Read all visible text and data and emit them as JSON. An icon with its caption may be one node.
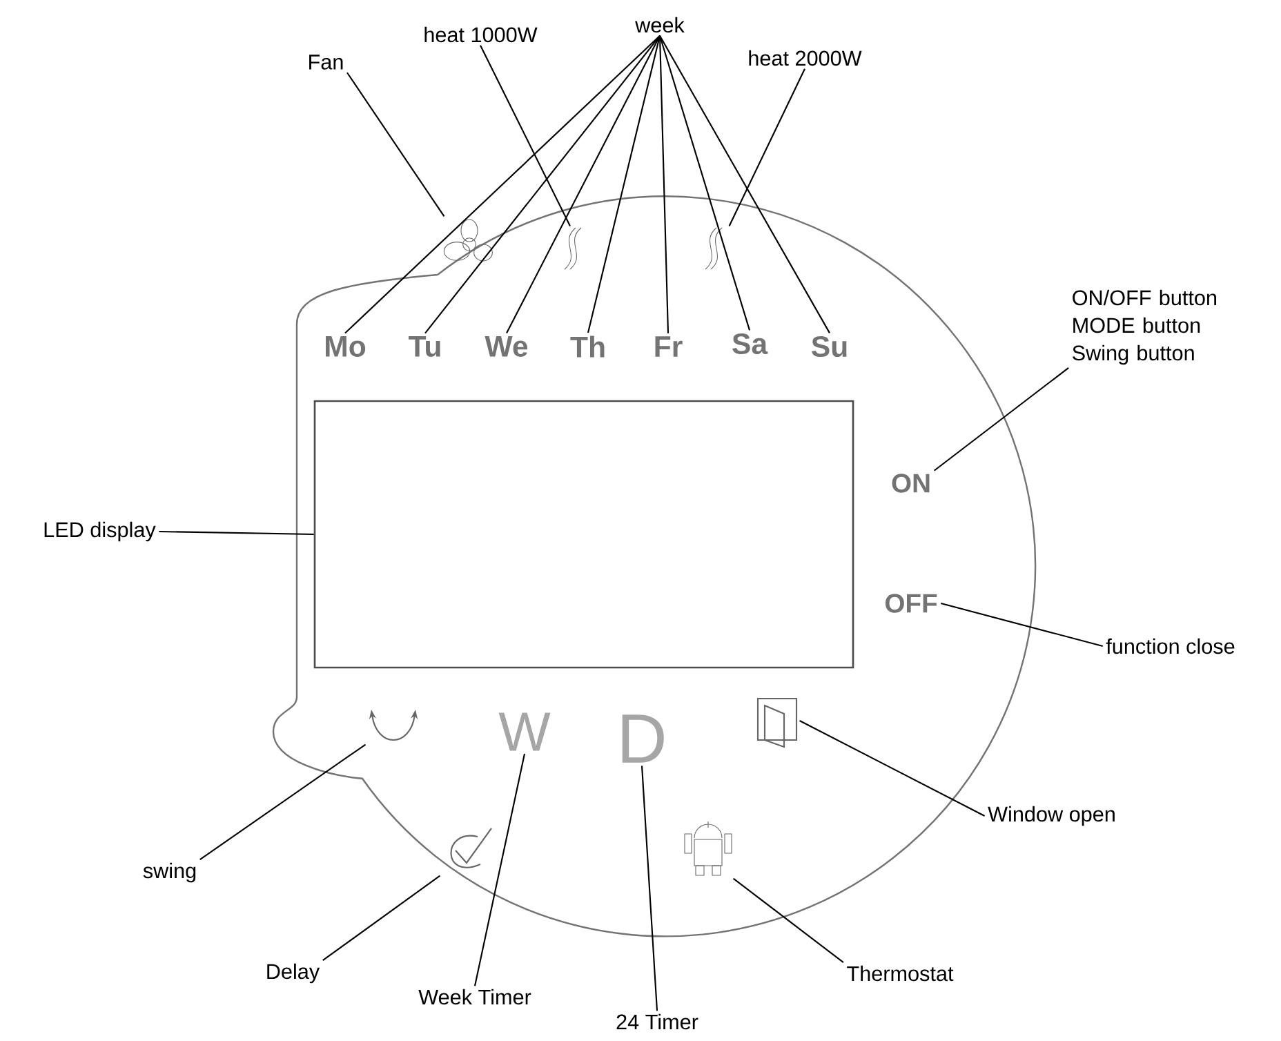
{
  "diagram": {
    "nodes": [
      {
        "text": [
          "Fan"
        ]
      },
      {
        "text": [
          "heat 1000W"
        ]
      },
      {
        "text": [
          "week"
        ]
      },
      {
        "text": [
          "heat 2000W"
        ]
      },
      {
        "text": [],
        "shape": "fan"
      },
      {
        "text": [],
        "shape": "wave"
      },
      {
        "text": [],
        "shape": "wave"
      },
      {
        "text": [
          "Mo"
        ]
      },
      {
        "text": [
          "Tu"
        ]
      },
      {
        "text": [
          "We"
        ]
      },
      {
        "text": [
          "Th"
        ]
      },
      {
        "text": [
          "Fr"
        ]
      },
      {
        "text": [
          "Sa"
        ]
      },
      {
        "text": [
          "Su"
        ]
      },
      {
        "text": [
          "ON/OFF button MODE button Swing button"
        ]
      },
      {
        "text": [
          "ON"
        ]
      },
      {
        "text": [
          "LED display"
        ]
      },
      {
        "text": [],
        "shape": "box"
      },
      {
        "text": [
          "OFF"
        ]
      },
      {
        "text": [
          "function close"
        ]
      },
      {
        "text": [],
        "shape": "arc"
      },
      {
        "text": [
          "W"
        ]
      },
      {
        "text": [
          "D"
        ]
      },
      {
        "text": [],
        "shape": "window"
      },
      {
        "text": [],
        "shape": "check"
      },
      {
        "text": [],
        "shape": "robot"
      },
      {
        "text": [
          "Window open"
        ]
      },
      {
        "text": [
          "swing"
        ]
      },
      {
        "text": [
          "Delay"
        ]
      },
      {
        "text": [
          "Week Timer"
        ]
      },
      {
        "text": [
          "24 Timer"
        ]
      },
      {
        "text": [
          "Thermostat"
        ]
      }
    ],
    "edges": [
      {
        "from": 0,
        "to": 4,
        "arrow": "none"
      },
      {
        "from": 1,
        "to": 5,
        "arrow": "none"
      },
      {
        "from": 2,
        "to": 7,
        "arrow": "none"
      },
      {
        "from": 2,
        "to": 8,
        "arrow": "none"
      },
      {
        "from": 2,
        "to": 9,
        "arrow": "none"
      },
      {
        "from": 2,
        "to": 10,
        "arrow": "none"
      },
      {
        "from": 2,
        "to": 11,
        "arrow": "none"
      },
      {
        "from": 2,
        "to": 12,
        "arrow": "none"
      },
      {
        "from": 2,
        "to": 13,
        "arrow": "none"
      },
      {
        "from": 3,
        "to": 6,
        "arrow": "none"
      },
      {
        "from": 14,
        "to": 15,
        "arrow": "none"
      },
      {
        "from": 16,
        "to": 17,
        "arrow": "none"
      },
      {
        "from": 18,
        "to": 19,
        "arrow": "none"
      },
      {
        "from": 27,
        "to": 20,
        "arrow": "none"
      },
      {
        "from": 29,
        "to": 21,
        "arrow": "none"
      },
      {
        "from": 30,
        "to": 22,
        "arrow": "none"
      },
      {
        "from": 26,
        "to": 23,
        "arrow": "none"
      },
      {
        "from": 28,
        "to": 24,
        "arrow": "none"
      },
      {
        "from": 31,
        "to": 25,
        "arrow": "none"
      }
    ]
  }
}
